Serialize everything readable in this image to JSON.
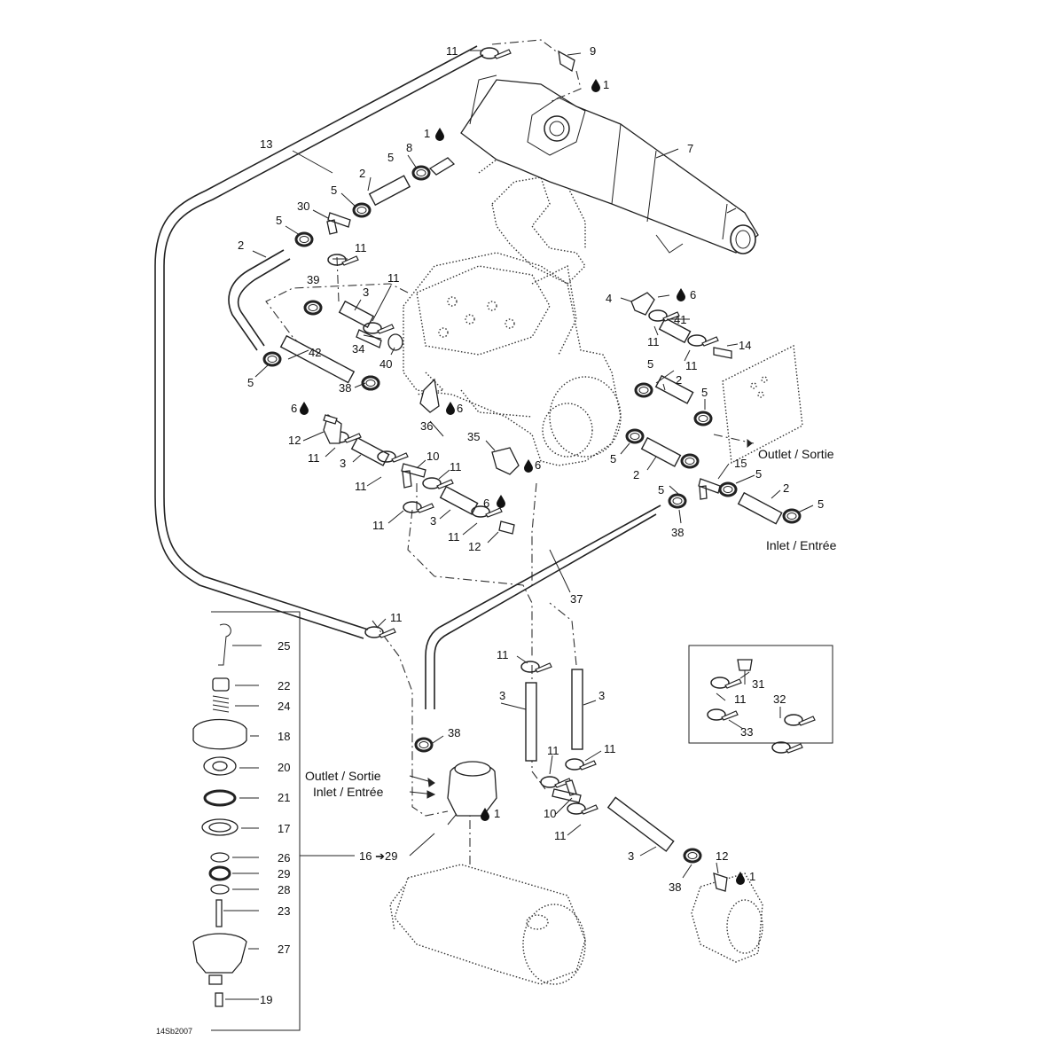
{
  "diagram": {
    "callouts": {
      "n1a": "1",
      "n1b": "1",
      "n1c": "1",
      "n1d": "1",
      "n2a": "2",
      "n2b": "2",
      "n2c": "2",
      "n2d": "2",
      "n2e": "2",
      "n3a": "3",
      "n3b": "3",
      "n3c": "3",
      "n3d": "3",
      "n3e": "3",
      "n3f": "3",
      "n4": "4",
      "n5a": "5",
      "n5b": "5",
      "n5c": "5",
      "n5d": "5",
      "n5e": "5",
      "n5f": "5",
      "n5g": "5",
      "n5h": "5",
      "n5i": "5",
      "n5j": "5",
      "n6a": "6",
      "n6b": "6",
      "n6c": "6",
      "n6d": "6",
      "n6e": "6",
      "n7": "7",
      "n8": "8",
      "n9": "9",
      "n10a": "10",
      "n10b": "10",
      "n11a": "11",
      "n11b": "11",
      "n11c": "11",
      "n11d": "11",
      "n11e": "11",
      "n11f": "11",
      "n11g": "11",
      "n11h": "11",
      "n11i": "11",
      "n11j": "11",
      "n11k": "11",
      "n11l": "11",
      "n11m": "11",
      "n11n": "11",
      "n11o": "11",
      "n11p": "11",
      "n11q": "11",
      "n12a": "12",
      "n12b": "12",
      "n12c": "12",
      "n13": "13",
      "n14": "14",
      "n15": "15",
      "n16": "16 ➔29",
      "n17": "17",
      "n18": "18",
      "n19": "19",
      "n20": "20",
      "n21": "21",
      "n22": "22",
      "n23": "23",
      "n24": "24",
      "n25": "25",
      "n26": "26",
      "n27": "27",
      "n28": "28",
      "n29": "29",
      "n30": "30",
      "n31": "31",
      "n32": "32",
      "n33": "33",
      "n34": "34",
      "n35": "35",
      "n36": "36",
      "n37": "37",
      "n38a": "38",
      "n38b": "38",
      "n38c": "38",
      "n38d": "38",
      "n39": "39",
      "n40": "40",
      "n41": "41",
      "n42": "42"
    },
    "flow_labels": {
      "outlet_right": "Outlet / Sortie",
      "inlet_right": "Inlet / Entrée",
      "outlet_left": "Outlet / Sortie",
      "inlet_left": "Inlet / Entrée"
    },
    "drawing_code": "14Sb2007"
  }
}
